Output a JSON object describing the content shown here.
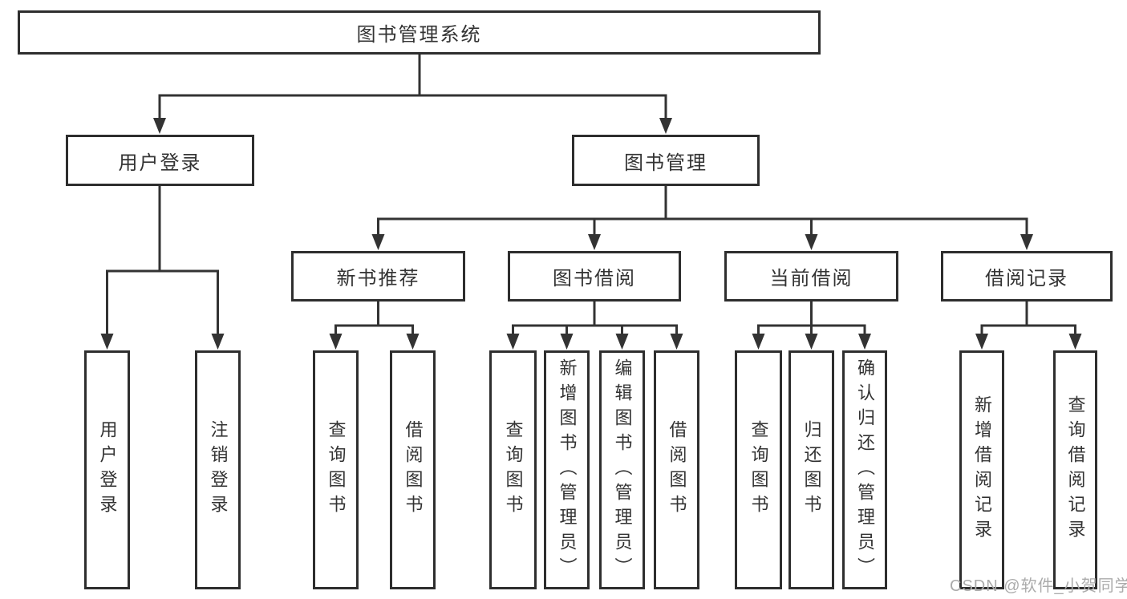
{
  "diagram": {
    "root": {
      "label": "图书管理系统"
    },
    "user_login": {
      "label": "用户登录",
      "children": [
        "用户登录",
        "注销登录"
      ]
    },
    "book_mgmt": {
      "label": "图书管理",
      "sections": [
        {
          "label": "新书推荐",
          "children": [
            "查询图书",
            "借阅图书"
          ]
        },
        {
          "label": "图书借阅",
          "children": [
            "查询图书",
            "新增图书（管理员）",
            "编辑图书（管理员）",
            "借阅图书"
          ]
        },
        {
          "label": "当前借阅",
          "children": [
            "查询图书",
            "归还图书",
            "确认归还（管理员）"
          ]
        },
        {
          "label": "借阅记录",
          "children": [
            "新增借阅记录",
            "查询借阅记录"
          ]
        }
      ]
    },
    "watermark": "CSDN @软件_小贺同学"
  }
}
